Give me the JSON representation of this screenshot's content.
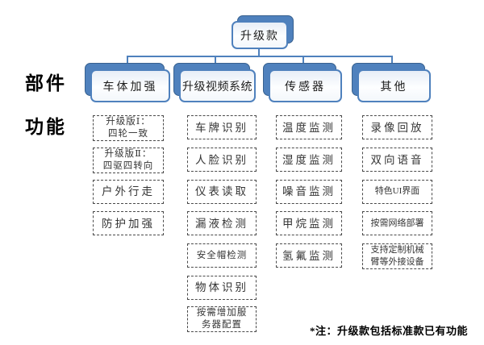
{
  "root": {
    "title": "升级款"
  },
  "row_labels": {
    "components": "部件",
    "functions": "功能"
  },
  "columns": [
    {
      "header": "车体加强",
      "items": [
        [
          "升级版Ⅰ：",
          "四轮一致"
        ],
        [
          "升级版Ⅱ：",
          "四驱四转向"
        ],
        [
          "户外行走"
        ],
        [
          "防护加强"
        ]
      ]
    },
    {
      "header": "升级视频系统",
      "items": [
        [
          "车牌识别"
        ],
        [
          "人脸识别"
        ],
        [
          "仪表读取"
        ],
        [
          "漏液检测"
        ],
        [
          "安全帽检测"
        ],
        [
          "物体识别"
        ],
        [
          "按需增加服",
          "务器配置"
        ]
      ]
    },
    {
      "header": "传感器",
      "items": [
        [
          "温度监测"
        ],
        [
          "湿度监测"
        ],
        [
          "噪音监测"
        ],
        [
          "甲烷监测"
        ],
        [
          "氢氟监测"
        ]
      ]
    },
    {
      "header": "其他",
      "items": [
        [
          "录像回放"
        ],
        [
          "双向语音"
        ],
        [
          "特色UI界面"
        ],
        [
          "按需网络部署"
        ],
        [
          "支持定制机械",
          "臂等外接设备"
        ]
      ]
    }
  ],
  "footnote": "*注：升级款包括标准款已有功能",
  "colors": {
    "accent": "#4f81bd",
    "accent_dark": "#38618f"
  }
}
